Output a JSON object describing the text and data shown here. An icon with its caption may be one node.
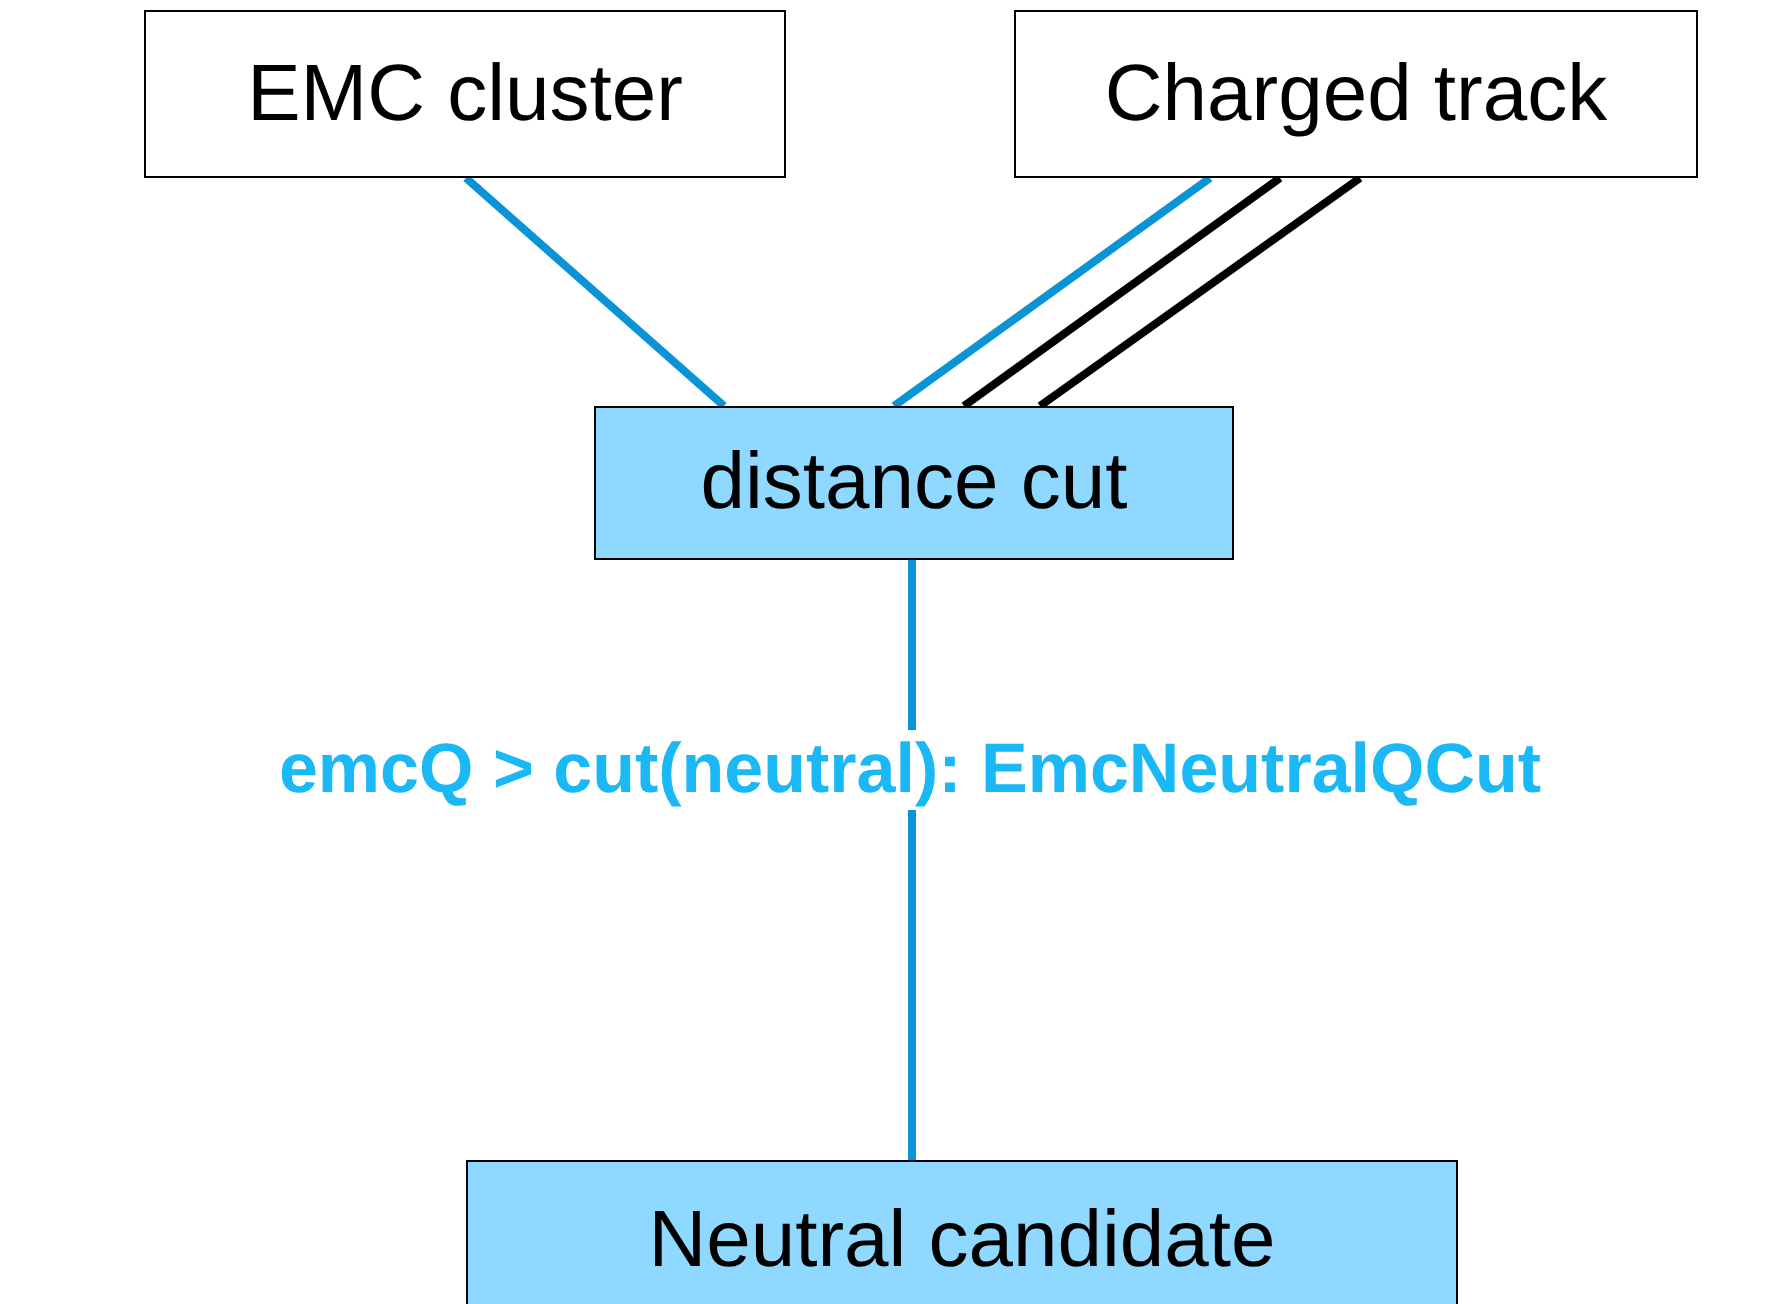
{
  "diagram": {
    "nodes": [
      {
        "text": [
          "EMC cluster"
        ]
      },
      {
        "text": [
          "Charged track"
        ]
      },
      {
        "text": [
          "distance cut"
        ]
      },
      {
        "text": [
          "Neutral candidate"
        ]
      }
    ],
    "edges": [
      {
        "from": 0,
        "to": 2,
        "arrow": "none"
      },
      {
        "from": 1,
        "to": 2,
        "arrow": "none"
      },
      {
        "from": 1,
        "to": 2,
        "arrow": "none",
        "color": "#000000"
      },
      {
        "from": 1,
        "to": 2,
        "arrow": "none",
        "color": "#000000"
      },
      {
        "from": 2,
        "to": 3,
        "arrow": "none",
        "label": "emcQ > cut(neutral): EmcNeutralQCut"
      }
    ]
  }
}
